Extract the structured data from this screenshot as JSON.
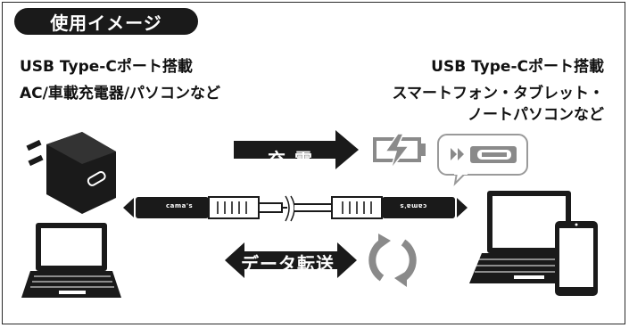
{
  "title": "使用イメージ",
  "source": {
    "line1": "USB Type-Cポート搭載",
    "line2": "AC/車載充電器/パソコンなど"
  },
  "target": {
    "line1": "USB Type-Cポート搭載",
    "line2": "スマートフォン・タブレット・",
    "line3": "ノートパソコンなど"
  },
  "labels": {
    "charge": "充電",
    "transfer": "データ転送"
  },
  "cable_brand": "cama's",
  "colors": {
    "dark": "#1a1a1a",
    "gray": "#7a7a7a",
    "light_gray": "#cfcfcf",
    "white": "#ffffff"
  },
  "icons": [
    "ac-adapter-icon",
    "laptop-icon",
    "smartphone-icon",
    "battery-charging-icon",
    "data-transfer-icon",
    "sync-icon",
    "usb-c-cable-icon"
  ]
}
